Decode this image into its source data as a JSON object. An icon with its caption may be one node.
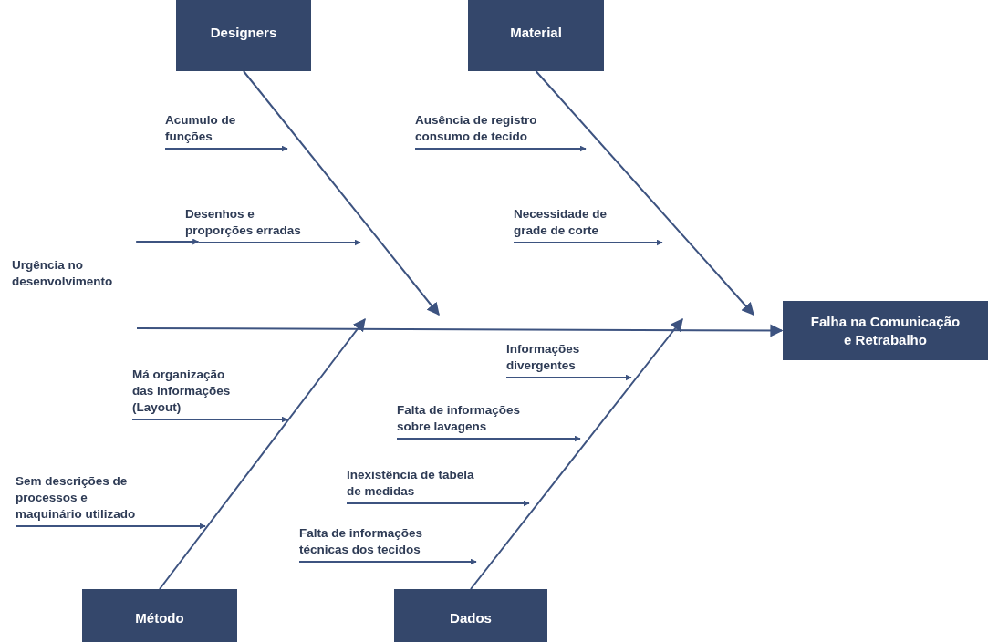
{
  "diagram": {
    "nodes": [
      {
        "text": [
          "Designers"
        ]
      },
      {
        "text": [
          "Material"
        ]
      },
      {
        "text": [
          "Acumulo de funções"
        ]
      },
      {
        "text": [
          "Ausência de registro consumo de tecido"
        ]
      },
      {
        "text": [
          "Desenhos e proporções erradas"
        ]
      },
      {
        "text": [
          "Necessidade de grade de corte"
        ]
      },
      {
        "text": [
          "Urgência no desenvolvimento"
        ]
      },
      {
        "text": [
          "Falha na Comunicação e Retrabalho"
        ]
      },
      {
        "text": [
          "Informações divergentes"
        ]
      },
      {
        "text": [
          "Má organização das informações (Layout)"
        ]
      },
      {
        "text": [
          "Falta de informações sobre lavagens"
        ]
      },
      {
        "text": [
          "Sem descrições de processos e maquinário utilizado"
        ]
      },
      {
        "text": [
          "Inexistência de tabela de medidas"
        ]
      },
      {
        "text": [
          "Falta de informações técnicas dos tecidos"
        ]
      },
      {
        "text": [
          "Método"
        ]
      },
      {
        "text": [
          "Dados"
        ]
      }
    ],
    "edges": [
      {
        "from": null,
        "to": 7,
        "arrow": "to"
      },
      {
        "from": 0,
        "to": null,
        "arrow": "to"
      },
      {
        "from": 1,
        "to": null,
        "arrow": "to"
      },
      {
        "from": 14,
        "to": null,
        "arrow": "to"
      },
      {
        "from": 15,
        "to": null,
        "arrow": "to"
      },
      {
        "from": 2,
        "to": null,
        "arrow": "to"
      },
      {
        "from": 3,
        "to": null,
        "arrow": "to"
      },
      {
        "from": 4,
        "to": null,
        "arrow": "to"
      },
      {
        "from": 5,
        "to": null,
        "arrow": "to"
      },
      {
        "from": 6,
        "to": 4,
        "arrow": "to"
      },
      {
        "from": 8,
        "to": null,
        "arrow": "to"
      },
      {
        "from": 9,
        "to": null,
        "arrow": "to"
      },
      {
        "from": 10,
        "to": null,
        "arrow": "to"
      },
      {
        "from": 11,
        "to": null,
        "arrow": "to"
      },
      {
        "from": 12,
        "to": null,
        "arrow": "to"
      },
      {
        "from": 13,
        "to": null,
        "arrow": "to"
      }
    ]
  }
}
